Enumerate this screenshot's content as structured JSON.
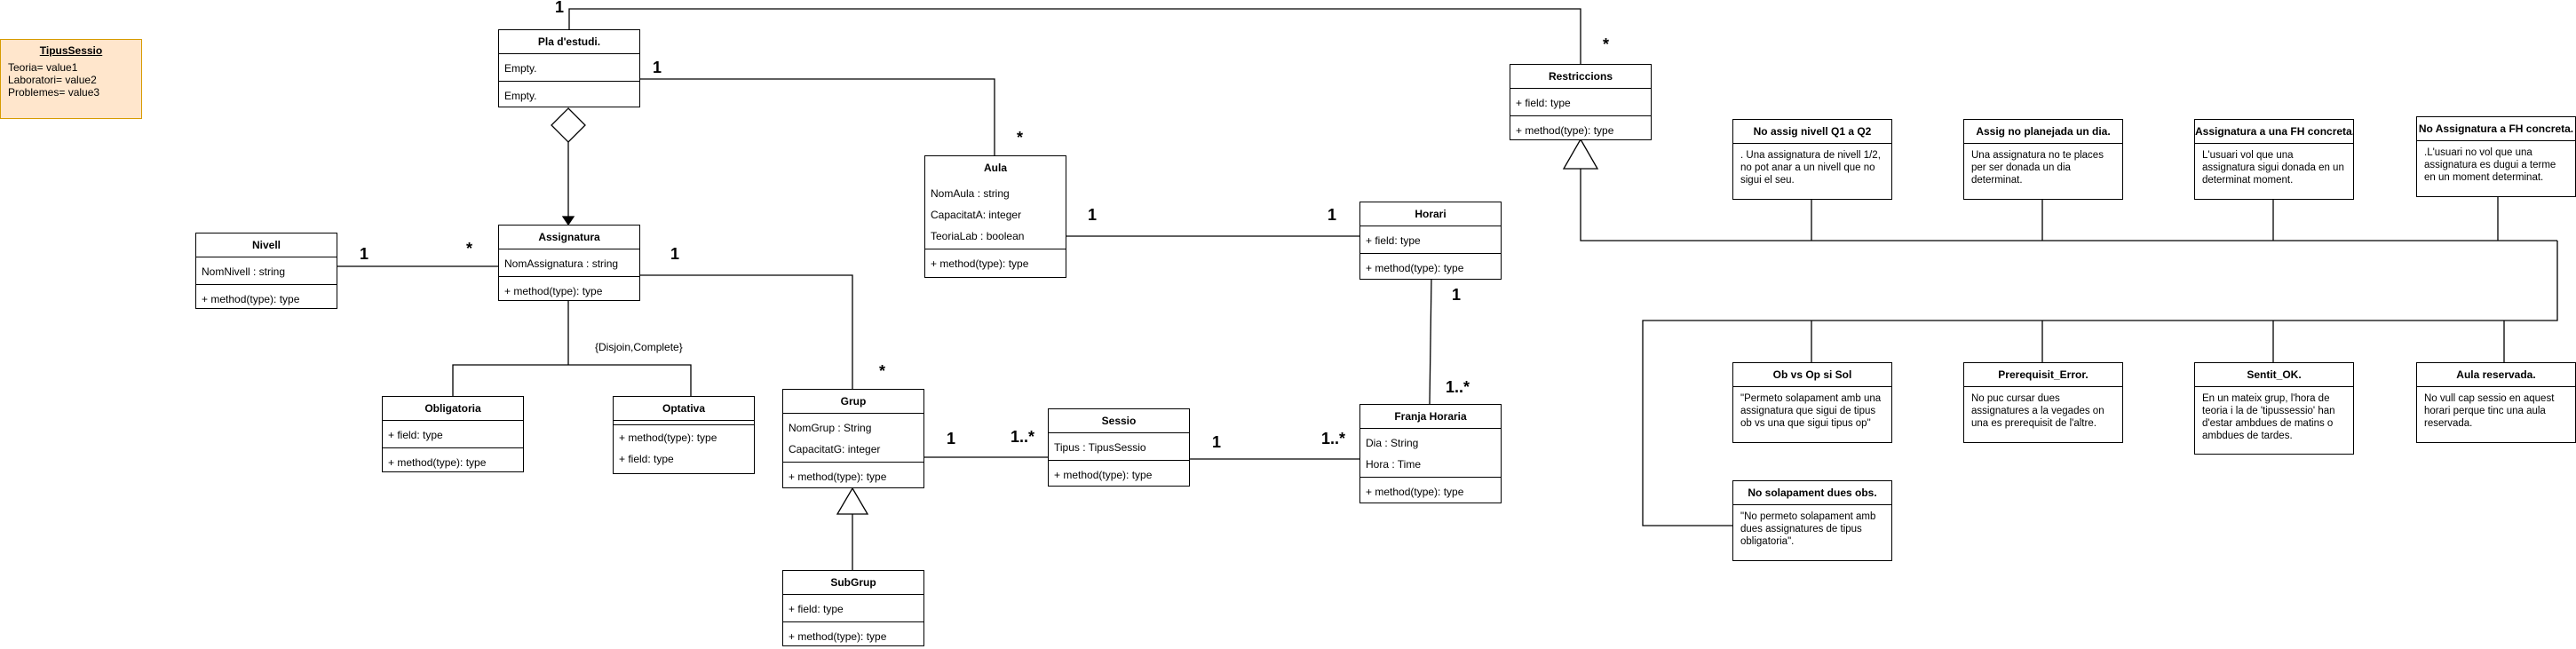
{
  "note": {
    "title": "TipusSessio",
    "lines": [
      "Teoria= value1",
      "Laboratori= value2",
      "Problemes= value3"
    ]
  },
  "classes": {
    "pla": {
      "name": "Pla d'estudi.",
      "attrs": [
        "Empty."
      ],
      "methods": [
        "Empty."
      ]
    },
    "assignatura": {
      "name": "Assignatura",
      "attrs": [
        "NomAssignatura : string"
      ],
      "methods": [
        "+ method(type): type"
      ]
    },
    "nivell": {
      "name": "Nivell",
      "attrs": [
        "NomNivell : string"
      ],
      "methods": [
        "+ method(type): type"
      ]
    },
    "obligatoria": {
      "name": "Obligatoria",
      "attrs": [
        "+ field: type"
      ],
      "methods": [
        "+ method(type): type"
      ]
    },
    "optativa": {
      "name": "Optativa",
      "attrs": [],
      "methods": [
        "+ method(type): type",
        "+ field: type"
      ]
    },
    "aula": {
      "name": "Aula",
      "attrs": [
        "NomAula : string",
        "CapacitatA: integer",
        "TeoriaLab : boolean"
      ],
      "methods": [
        "+ method(type): type"
      ]
    },
    "grup": {
      "name": "Grup",
      "attrs": [
        "NomGrup : String",
        "CapacitatG: integer"
      ],
      "methods": [
        "+ method(type): type"
      ]
    },
    "subgrup": {
      "name": "SubGrup",
      "attrs": [
        "+ field: type"
      ],
      "methods": [
        "+ method(type): type"
      ]
    },
    "sessio": {
      "name": "Sessio",
      "attrs": [
        "Tipus : TipusSessio"
      ],
      "methods": [
        "+ method(type): type"
      ]
    },
    "horari": {
      "name": "Horari",
      "attrs": [
        "+ field: type"
      ],
      "methods": [
        "+ method(type): type"
      ]
    },
    "franja": {
      "name": "Franja Horaria",
      "attrs": [
        "Dia : String",
        "Hora : Time"
      ],
      "methods": [
        "+ method(type): type"
      ]
    },
    "restriccions": {
      "name": "Restriccions",
      "attrs": [
        "+ field: type"
      ],
      "methods": [
        "+ method(type): type"
      ]
    }
  },
  "restriction_boxes": {
    "r1": {
      "name": "No assig nivell Q1 a Q2",
      "text": ". Una assignatura de nivell 1/2, no pot anar a un nivell que no sigui el seu."
    },
    "r2": {
      "name": "Assig no planejada un dia.",
      "text": "Una assignatura no te places per ser donada un dia determinat."
    },
    "r3": {
      "name": "Assignatura a una FH concreta.",
      "text": "L'usuari vol que una assignatura sigui donada en un determinat moment."
    },
    "r4": {
      "name": "No Assignatura a FH concreta.",
      "text": ".L'usuari no vol que una assignatura es dugui a terme en un moment determinat."
    },
    "r5": {
      "name": "Ob vs Op si Sol",
      "text": "\"Permeto solapament amb una assignatura que sigui de tipus ob vs una que sigui tipus op\""
    },
    "r6": {
      "name": "Prerequisit_Error.",
      "text": "No puc cursar dues assignatures a la vegades on una es prerequisit de l'altre."
    },
    "r7": {
      "name": "Sentit_OK.",
      "text": "En un mateix grup, l'hora de teoria i la de 'tipussessio' han d'estar ambdues de matins o ambdues de tardes."
    },
    "r8": {
      "name": "Aula reservada.",
      "text": "No vull cap sessio en aquest horari perque tinc una aula reservada."
    },
    "r9": {
      "name": "No solapament dues obs.",
      "text": "\"No permeto solapament amb dues assignatures de tipus obligatoria\"."
    }
  },
  "multiplicities": {
    "pla_top": "1",
    "restr_top": "*",
    "pla_aula": "1",
    "aula_pla": "*",
    "nivell_assig": "1",
    "assig_nivell": "*",
    "assig_grup": "1",
    "grup_assig": "*",
    "aula_horari": "1",
    "horari_aula": "1",
    "horari_franja": "1",
    "franja_horari": "1..*",
    "grup_sessio": "1",
    "sessio_grup": "1..*",
    "sessio_franja": "1",
    "franja_sessio": "1..*"
  },
  "constraint_label": "{Disjoin,Complete}"
}
